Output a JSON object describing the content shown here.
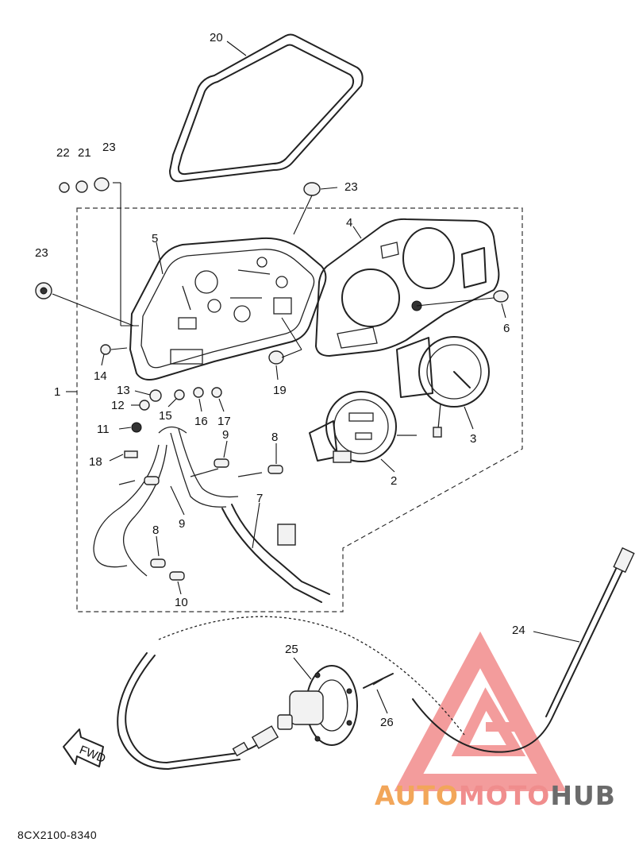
{
  "diagram": {
    "parts": [
      {
        "id": "p20",
        "label": "20"
      },
      {
        "id": "p22",
        "label": "22"
      },
      {
        "id": "p21",
        "label": "21"
      },
      {
        "id": "p23a",
        "label": "23"
      },
      {
        "id": "p23b",
        "label": "23"
      },
      {
        "id": "p23c",
        "label": "23"
      },
      {
        "id": "p5",
        "label": "5"
      },
      {
        "id": "p4",
        "label": "4"
      },
      {
        "id": "p6",
        "label": "6"
      },
      {
        "id": "p1",
        "label": "1"
      },
      {
        "id": "p14",
        "label": "14"
      },
      {
        "id": "p13",
        "label": "13"
      },
      {
        "id": "p12",
        "label": "12"
      },
      {
        "id": "p15",
        "label": "15"
      },
      {
        "id": "p16",
        "label": "16"
      },
      {
        "id": "p17",
        "label": "17"
      },
      {
        "id": "p19",
        "label": "19"
      },
      {
        "id": "p11",
        "label": "11"
      },
      {
        "id": "p3",
        "label": "3"
      },
      {
        "id": "p9a",
        "label": "9"
      },
      {
        "id": "p8a",
        "label": "8"
      },
      {
        "id": "p18",
        "label": "18"
      },
      {
        "id": "p2",
        "label": "2"
      },
      {
        "id": "p9b",
        "label": "9"
      },
      {
        "id": "p7",
        "label": "7"
      },
      {
        "id": "p8b",
        "label": "8"
      },
      {
        "id": "p10",
        "label": "10"
      },
      {
        "id": "p24",
        "label": "24"
      },
      {
        "id": "p25",
        "label": "25"
      },
      {
        "id": "p26",
        "label": "26"
      }
    ],
    "fwd_label": "FWD",
    "reference_code": "8CX2100-8340"
  },
  "watermark": {
    "part1": "AUTO",
    "part2": "MOTO",
    "part3": "HUB",
    "colors": {
      "auto": "#f2a65a",
      "moto": "#f08d8d",
      "hub": "#6b6b6b",
      "triangle": "#f07b7b"
    }
  }
}
